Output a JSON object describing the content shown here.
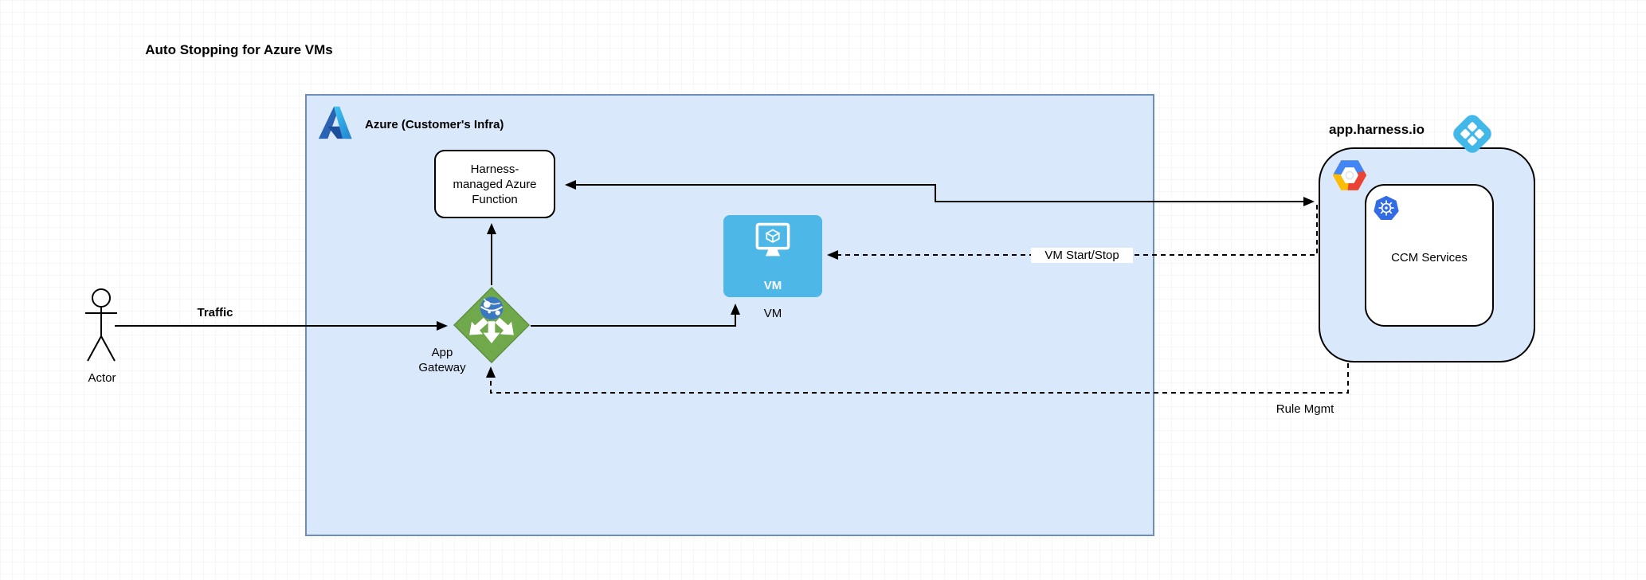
{
  "diagram": {
    "title": "Auto Stopping for Azure VMs",
    "groups": {
      "azure": {
        "label": "Azure (Customer's Infra)"
      },
      "harness": {
        "label": "app.harness.io"
      }
    },
    "nodes": {
      "actor": {
        "label": "Actor"
      },
      "app_gateway": {
        "label": "App Gateway"
      },
      "azure_function": {
        "label": "Harness-managed Azure Function"
      },
      "vm": {
        "icon_text": "VM",
        "label": "VM"
      },
      "ccm_services": {
        "label": "CCM Services"
      }
    },
    "edges": {
      "traffic": {
        "label": "Traffic",
        "style": "solid"
      },
      "function_harness_link": {
        "label": "",
        "style": "solid-bidirectional"
      },
      "vm_start_stop": {
        "label": "VM Start/Stop",
        "style": "dashed"
      },
      "rule_mgmt": {
        "label": "Rule Mgmt",
        "style": "dashed"
      }
    },
    "colors": {
      "azure_group_fill": "#dae8fc",
      "azure_group_border": "#6c8ebf",
      "harness_group_fill": "#dae8fc",
      "node_border": "#000000",
      "vm_blue": "#4db8e8",
      "gateway_green": "#6fa94b",
      "harness_blue": "#42b8e9",
      "kubernetes_blue": "#326ce5",
      "gcp_blue": "#4285f4",
      "gcp_red": "#ea4335",
      "gcp_yellow": "#fbbc05",
      "edge_line": "#000000"
    }
  }
}
